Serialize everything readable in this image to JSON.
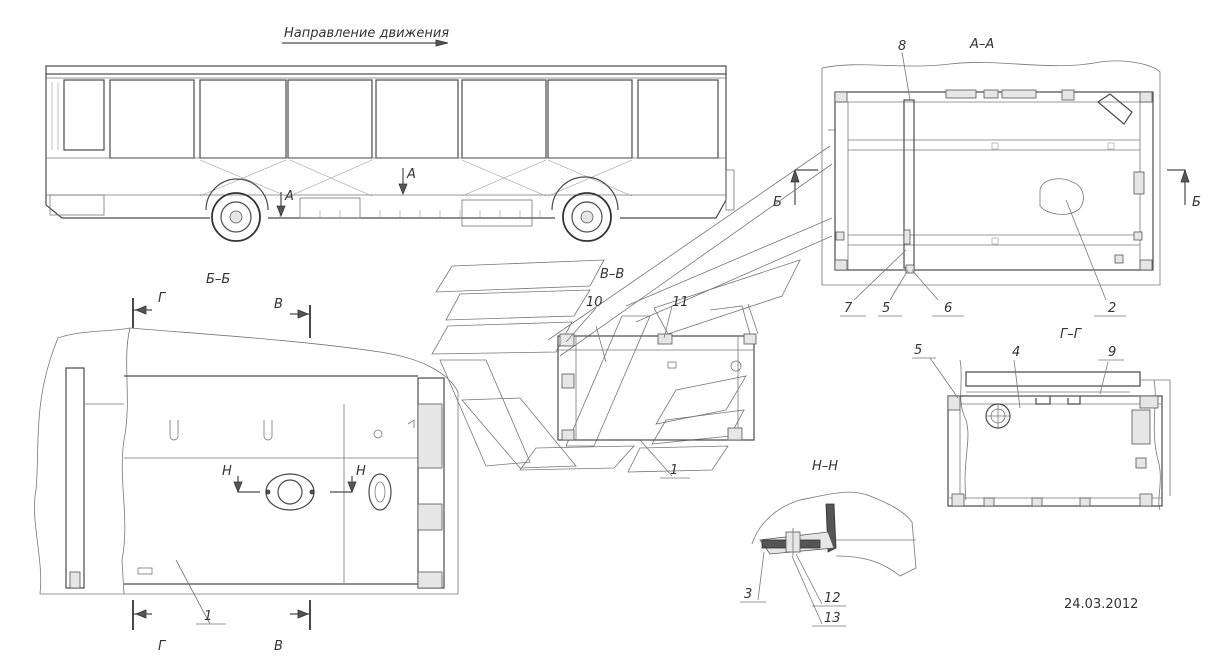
{
  "direction_label": "Направление движения",
  "section_labels": {
    "aa": "А–А",
    "bb": "Б–Б",
    "vv": "В–В",
    "gg": "Г–Г",
    "nn": "Н–Н"
  },
  "cut_marks": {
    "a": "А",
    "b": "Б",
    "v": "В",
    "g": "Г",
    "n": "Н"
  },
  "callouts": [
    "1",
    "2",
    "3",
    "4",
    "5",
    "6",
    "7",
    "8",
    "9",
    "10",
    "11",
    "12",
    "13"
  ],
  "date": "24.03.2012"
}
